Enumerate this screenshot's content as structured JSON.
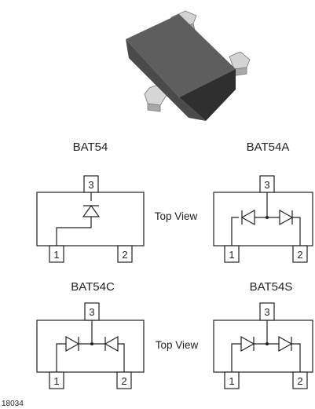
{
  "package": {
    "caption": ""
  },
  "diagrams": {
    "bat54": {
      "title": "BAT54",
      "pin_top": "3",
      "pin_left": "1",
      "pin_right": "2"
    },
    "bat54a": {
      "title": "BAT54A",
      "pin_top": "3",
      "pin_left": "1",
      "pin_right": "2"
    },
    "bat54c": {
      "title": "BAT54C",
      "pin_top": "3",
      "pin_left": "1",
      "pin_right": "2"
    },
    "bat54s": {
      "title": "BAT54S",
      "pin_top": "3",
      "pin_left": "1",
      "pin_right": "2"
    }
  },
  "view_labels": {
    "top": "Top View",
    "bottom": "Top View"
  },
  "figure_number": "18034",
  "colors": {
    "package_top": "#5b5b5b",
    "package_side": "#2e2e2e",
    "lead": "#d6d6d6",
    "line": "#222222"
  }
}
